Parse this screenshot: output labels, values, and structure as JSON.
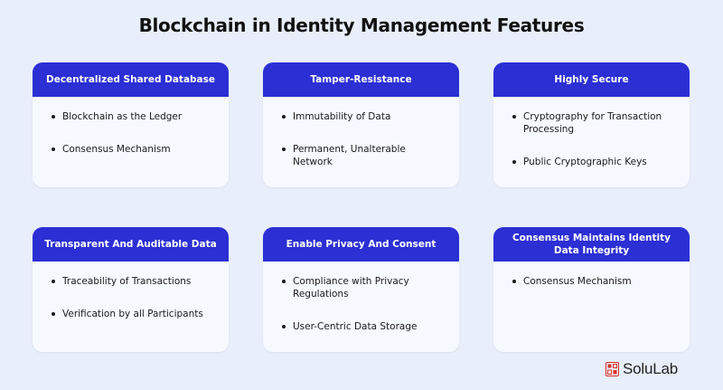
{
  "title": "Blockchain in Identity Management Features",
  "colors": {
    "header": "#2b2fd4",
    "card_bg": "#f6f9ff",
    "page_bg": "#e9effa",
    "logo_accent": "#d9302a"
  },
  "cards": [
    {
      "heading": "Decentralized Shared Database",
      "items": [
        "Blockchain as the Ledger",
        "Consensus Mechanism"
      ]
    },
    {
      "heading": "Tamper-Resistance",
      "items": [
        "Immutability of Data",
        "Permanent, Unalterable Network"
      ]
    },
    {
      "heading": "Highly Secure",
      "items": [
        "Cryptography for Transaction Processing",
        "Public Cryptographic Keys"
      ]
    },
    {
      "heading": "Transparent And Auditable Data",
      "items": [
        "Traceability of Transactions",
        "Verification by all Participants"
      ]
    },
    {
      "heading": "Enable Privacy And Consent",
      "items": [
        "Compliance with Privacy Regulations",
        "User-Centric Data Storage"
      ]
    },
    {
      "heading": "Consensus Maintains Identity Data Integrity",
      "items": [
        "Consensus Mechanism"
      ]
    }
  ],
  "logo": {
    "text": "SoluLab",
    "icon": "solulab-logo-icon"
  }
}
